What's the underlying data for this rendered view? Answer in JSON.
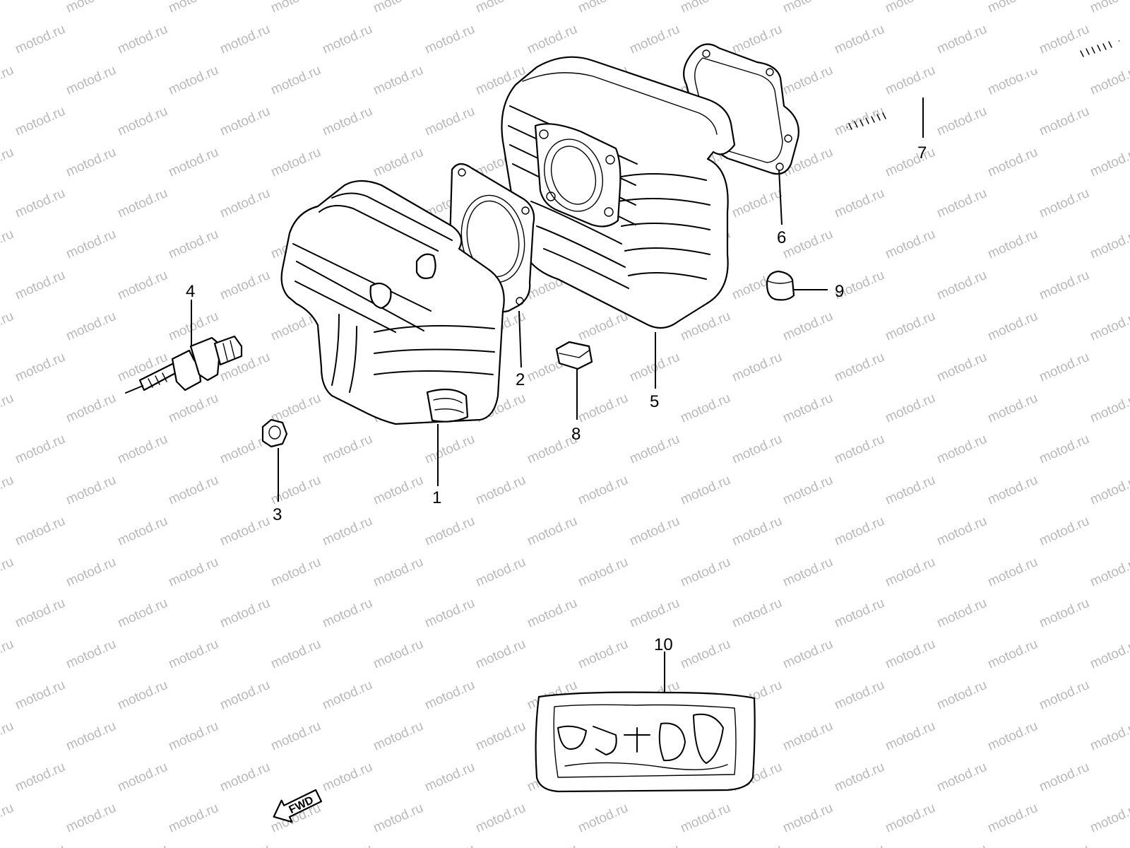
{
  "watermark": {
    "text": "motod.ru",
    "color": "#b9b9b9"
  },
  "diagram": {
    "line_color": "#000000",
    "background": "#ffffff",
    "callouts": [
      {
        "id": "1",
        "label": "1",
        "part": "cylinder-head"
      },
      {
        "id": "2",
        "label": "2",
        "part": "cylinder-head-gasket"
      },
      {
        "id": "3",
        "label": "3",
        "part": "nut"
      },
      {
        "id": "4",
        "label": "4",
        "part": "spark-plug"
      },
      {
        "id": "5",
        "label": "5",
        "part": "cylinder"
      },
      {
        "id": "6",
        "label": "6",
        "part": "cylinder-base-gasket"
      },
      {
        "id": "7",
        "label": "7",
        "part": "stud-bolt"
      },
      {
        "id": "8",
        "label": "8",
        "part": "damper"
      },
      {
        "id": "9",
        "label": "9",
        "part": "cap"
      },
      {
        "id": "10",
        "label": "10",
        "part": "gasket-set"
      }
    ],
    "direction_indicator": {
      "label": "FWD",
      "icon": "fwd-arrow-icon"
    }
  }
}
